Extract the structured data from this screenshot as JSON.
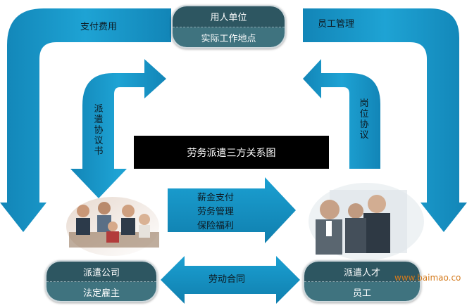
{
  "title": "劳务派遣三方关系图",
  "nodes": {
    "employer": {
      "line1": "用人单位",
      "line2": "实际工作地点"
    },
    "agency": {
      "line1": "派遣公司",
      "line2": "法定雇主"
    },
    "talent": {
      "line1": "派遣人才",
      "line2": "员工"
    }
  },
  "labels": {
    "pay_fees": "支付费用",
    "staff_management": "员工管理",
    "dispatch_agreement": "派遣协议书",
    "post_agreement": "岗位协议",
    "salary_payment": "薪金支付",
    "labor_management": "劳务管理",
    "insurance_welfare": "保险福利",
    "labor_contract": "劳动合同"
  },
  "watermark": "www.baimao.co",
  "colors": {
    "arrow": "#1794c5",
    "arrow_dark": "#0f7aa6",
    "pill_top": "#2d5661",
    "pill_bottom": "#3f737f",
    "title_bg": "#000000"
  }
}
